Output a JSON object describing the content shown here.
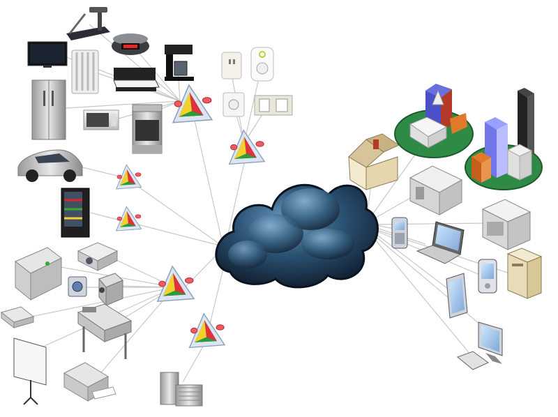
{
  "title": "",
  "center": {
    "icon": "cloud-icon"
  },
  "colors": {
    "cloud_dark": "#0f1a2a",
    "cloud_mid": "#2d5577",
    "cloud_light": "#6f9ec4",
    "hub_face": "#dbe6f2",
    "hub_red": "#e0323a",
    "hub_green": "#2e9b3a",
    "hub_blue": "#2b3fb6",
    "hub_yellow": "#f2d22a",
    "link_line": "#c8c8c8",
    "city_green": "#2f8a46",
    "building_blue": "#6a6fe0",
    "building_red": "#b33a26",
    "building_orange": "#e07a2a"
  },
  "hubs": [
    {
      "id": "hub-appliances",
      "icon": "gateway-icon"
    },
    {
      "id": "hub-smart-plugs",
      "icon": "gateway-icon"
    },
    {
      "id": "hub-car",
      "icon": "gateway-icon"
    },
    {
      "id": "hub-vending",
      "icon": "gateway-icon"
    },
    {
      "id": "hub-office",
      "icon": "gateway-icon"
    },
    {
      "id": "hub-hvac",
      "icon": "gateway-icon"
    }
  ],
  "left_devices": [
    "treadmill-icon",
    "alarm-clock-icon",
    "television-icon",
    "radiator-icon",
    "bed-icon",
    "coffee-maker-icon",
    "refrigerator-icon",
    "microwave-icon",
    "stove-icon",
    "smart-plug-icon",
    "smart-outlet-icon",
    "wall-switch-icon",
    "car-icon",
    "vending-machine-icon",
    "copier-icon",
    "projector-icon",
    "camera-icon",
    "video-camera-icon",
    "scanner-icon",
    "plotter-icon",
    "projection-screen-icon",
    "printer-icon",
    "hvac-unit-icon"
  ],
  "right_devices": [
    "house-icon",
    "city-block-icon",
    "skyscraper-cluster-icon",
    "server-icon",
    "mobile-phone-icon",
    "laptop-icon",
    "mainframe-icon",
    "pda-icon",
    "tower-pc-icon",
    "tablet-icon",
    "desktop-monitor-icon",
    "keyboard-icon"
  ]
}
